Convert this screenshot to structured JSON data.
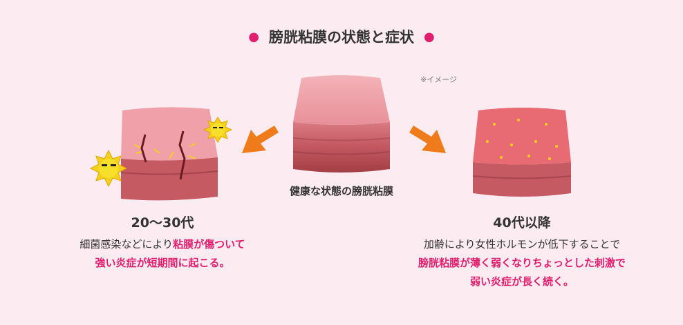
{
  "title": "膀胱粘膜の状態と症状",
  "note": "※イメージ",
  "center": {
    "label": "健康な状態の膀胱粘膜"
  },
  "left": {
    "age_label": "20～30代",
    "desc_line1_plain": "細菌感染などにより",
    "desc_line1_em": "粘膜が傷ついて",
    "desc_line2_em": "強い炎症が短期間に起こる。"
  },
  "right": {
    "age_label": "40代以降",
    "desc_line1_plain": "加齢により女性ホルモンが低下することで",
    "desc_line2_em": "膀胱粘膜が薄く弱くなりちょっとした刺激で",
    "desc_line3_em": "弱い炎症が長く続く。"
  },
  "colors": {
    "accent": "#e0206e",
    "arrow": "#f07b1a",
    "background": "#fcebf1"
  }
}
